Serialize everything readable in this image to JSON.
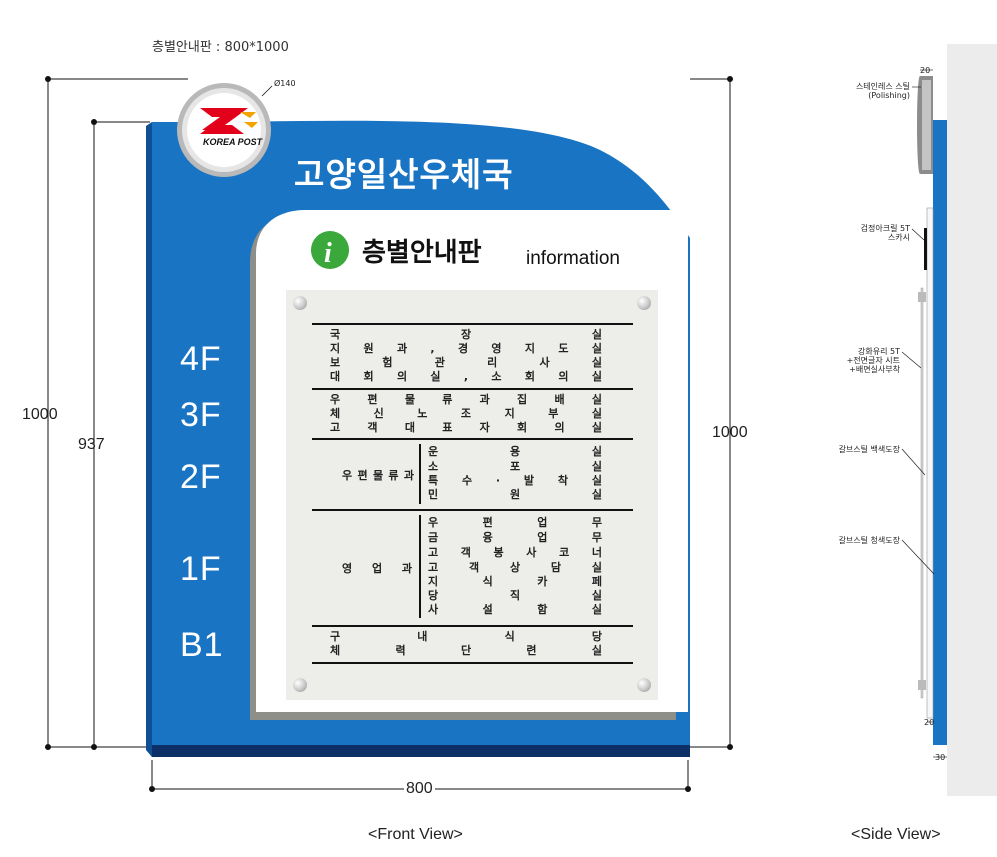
{
  "header_title": "층별안내판 : 800*1000",
  "logo": {
    "text": "KOREA POST",
    "diameter": "Ø140"
  },
  "office_name": "고양일산우체국",
  "board": {
    "heading": "층별안내판",
    "subtitle": "information"
  },
  "floors": [
    "4F",
    "3F",
    "2F",
    "1F",
    "B1"
  ],
  "directory": {
    "f4": [
      "국장실",
      "지원과,경영지도실",
      "보험관리사실",
      "대회의실,소회의실"
    ],
    "f3": [
      "우편물류과집배실",
      "체신노조지부실",
      "고객대표자회의실"
    ],
    "f2_group": "우편물류과",
    "f2": [
      "운용실",
      "소포실",
      "특수·발착실",
      "민원실"
    ],
    "f1_group": "영업과",
    "f1": [
      "우편업무",
      "금융업무",
      "고객봉사코너",
      "고객상담실",
      "지식카페",
      "당직실",
      "사설함실"
    ],
    "b1": [
      "구내식당",
      "체력단련실"
    ]
  },
  "dimensions": {
    "height_outer": "1000",
    "height_inner": "937",
    "height_right": "1000",
    "width": "800"
  },
  "side_view": {
    "top": "20",
    "bottom_a": "20",
    "bottom_b": "30",
    "labels": {
      "stainless": "스테인레스 스틸",
      "stainless_sub": "(Polishing)",
      "acrylic": "검정아크릴 5T",
      "acrylic_sub": "스카시",
      "glass": "강화유리 5T",
      "glass_sub1": "+전면글자 시트",
      "glass_sub2": "+배면실사부착",
      "steel_white": "갈브스틸 백색도장",
      "steel_blue": "갈브스틸 청색도장"
    }
  },
  "views": {
    "front": "<Front View>",
    "side": "<Side View>"
  },
  "colors": {
    "panel_blue": "#1a74c4",
    "dark_blue": "#0b2f66",
    "board_bg": "#ededea",
    "logo_red": "#e3001b"
  }
}
